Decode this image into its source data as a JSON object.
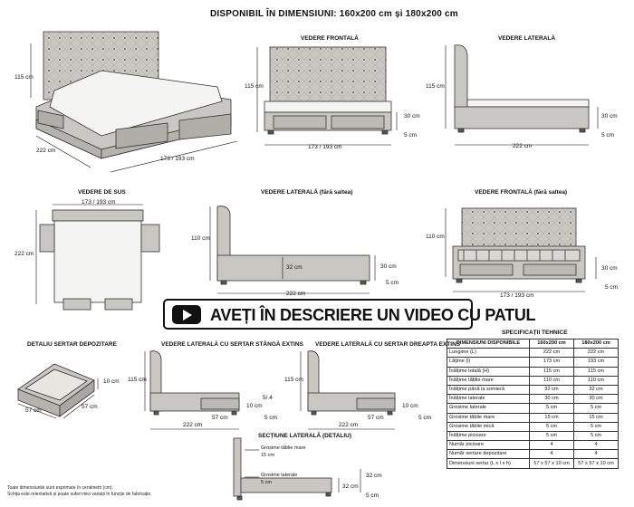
{
  "header": {
    "title": "DISPONIBIL ÎN DIMENSIUNI: 160x200 cm și 180x200 cm"
  },
  "views": {
    "front": "VEDERE FRONTALĂ",
    "side": "VEDERE LATERALĂ",
    "top": "VEDERE DE SUS",
    "side_no_mattress": "VEDERE LATERALĂ (fără saltea)",
    "front_no_mattress": "VEDERE FRONTALĂ (fără saltea)",
    "drawer_detail": "DETALIU SERTAR DEPOZITARE",
    "side_left_drawer": "VEDERE LATERALĂ CU SERTAR STÂNGĂ EXTINS",
    "side_right_drawer": "VEDERE LATERALĂ CU SERTAR DREAPTA EXTINS",
    "section": "SECȚIUNE LATERALĂ (DETALIU)"
  },
  "dims": {
    "h115": "115 cm",
    "h110": "110 cm",
    "h30": "30 cm",
    "h5": "5 cm",
    "h32": "32 cm",
    "len222": "222 cm",
    "width": "173 / 193 cm",
    "d57": "57 cm",
    "d10": "10 cm",
    "s15": "15 cm",
    "s5": "5 cm",
    "mark": "5/.4"
  },
  "section_labels": {
    "headboard": "Grosime tăblie mare",
    "side_rail": "Grosime laterale"
  },
  "banner": {
    "text": "AVEȚI ÎN DESCRIERE UN VIDEO CU PATUL"
  },
  "spec": {
    "title": "SPECIFICAȚII TEHNICE",
    "headers": [
      "DIMENSIUNI DISPONIBILE",
      "160x200 cm",
      "180x200 cm"
    ],
    "rows": [
      [
        "Lungime (L)",
        "222 cm",
        "222 cm"
      ],
      [
        "Lățime (l)",
        "173 cm",
        "193 cm"
      ],
      [
        "Înălțime totală (H)",
        "115 cm",
        "115 cm"
      ],
      [
        "Înălțime tăblie mare",
        "110 cm",
        "110 cm"
      ],
      [
        "Înălțime până la somieră",
        "32 cm",
        "32 cm"
      ],
      [
        "Înălțime laterale",
        "30 cm",
        "30 cm"
      ],
      [
        "Grosime laterale",
        "5 cm",
        "5 cm"
      ],
      [
        "Grosime tăblie mare",
        "15 cm",
        "15 cm"
      ],
      [
        "Grosime tăblie mică",
        "5 cm",
        "5 cm"
      ],
      [
        "Înălțime picioare",
        "5 cm",
        "5 cm"
      ],
      [
        "Număr picioare",
        "4",
        "4"
      ],
      [
        "Număr sertare depozitare",
        "4",
        "4"
      ],
      [
        "Dimensiuni sertar (L x l x h)",
        "57 x 57 x 10 cm",
        "57 x 57 x 10 cm"
      ]
    ]
  },
  "notes": {
    "line1": "Toate dimensiunile sunt exprimate în centimetri (cm).",
    "line2": "Schița este orientativă și poate suferi mici variații în funcție de fabricație."
  },
  "colors": {
    "fabric": "#c9c7c2",
    "fabric_dark": "#8d8b86",
    "line": "#111111"
  }
}
